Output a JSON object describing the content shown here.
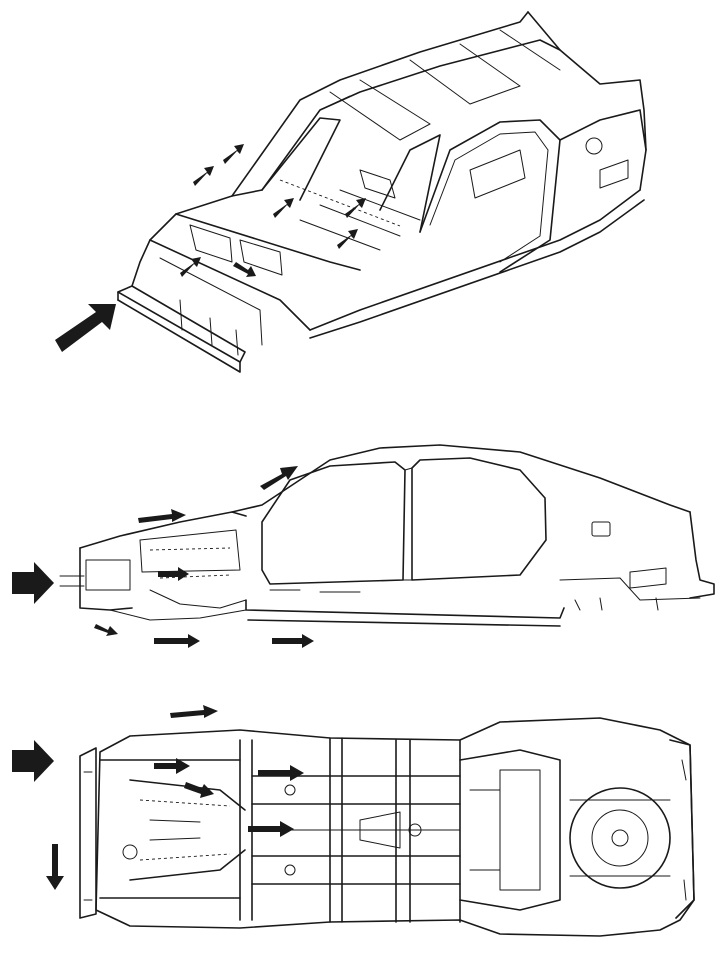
{
  "figure": {
    "views": [
      {
        "name": "perspective-view"
      },
      {
        "name": "side-view"
      },
      {
        "name": "underbody-view"
      }
    ]
  },
  "colors": {
    "line": "#1a1a1a",
    "background": "#ffffff"
  },
  "icons": {
    "impact_arrow": "large-arrow-icon",
    "load_path_arrow": "small-arrow-icon"
  }
}
